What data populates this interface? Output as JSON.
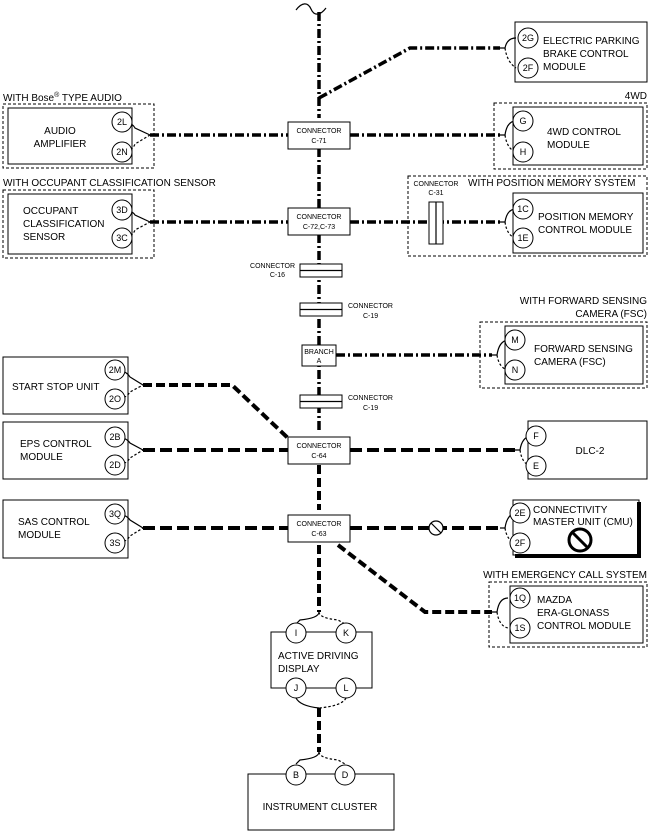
{
  "connectors": {
    "c71": [
      "CONNECTOR",
      "C-71"
    ],
    "c72": [
      "CONNECTOR",
      "C-72,C-73"
    ],
    "c16": [
      "CONNECTOR",
      "C-16"
    ],
    "c19a": [
      "CONNECTOR",
      "C-19"
    ],
    "branch": [
      "BRANCH",
      "A"
    ],
    "c19b": [
      "CONNECTOR",
      "C-19"
    ],
    "c64": [
      "CONNECTOR",
      "C-64"
    ],
    "c63": [
      "CONNECTOR",
      "C-63"
    ],
    "c31": [
      "CONNECTOR",
      "C-31"
    ]
  },
  "groups": {
    "bose": "WITH Bose",
    "bose_sup": "®",
    "bose_rest": " TYPE AUDIO",
    "fourwd": "4WD",
    "occupant": "WITH OCCUPANT CLASSIFICATION SENSOR",
    "position": "WITH POSITION MEMORY SYSTEM",
    "fsc": [
      "WITH FORWARD SENSING",
      "CAMERA (FSC)"
    ],
    "emergency": "WITH EMERGENCY CALL SYSTEM"
  },
  "modules": {
    "epb": [
      "ELECTRIC PARKING",
      "BRAKE CONTROL",
      "MODULE"
    ],
    "audio": [
      "AUDIO",
      "AMPLIFIER"
    ],
    "fourwd": [
      "4WD CONTROL",
      "MODULE"
    ],
    "occupant": [
      "OCCUPANT",
      "CLASSIFICATION",
      "SENSOR"
    ],
    "position": [
      "POSITION MEMORY",
      "CONTROL MODULE"
    ],
    "fsc": [
      "FORWARD SENSING",
      "CAMERA (FSC)"
    ],
    "ssu": [
      "START STOP UNIT"
    ],
    "eps": [
      "EPS CONTROL",
      "MODULE"
    ],
    "dlc": [
      "DLC-2"
    ],
    "sas": [
      "SAS CONTROL",
      "MODULE"
    ],
    "cmu": [
      "CONNECTIVITY",
      "MASTER UNIT (CMU)"
    ],
    "mazda": [
      "MAZDA",
      "ERA-GLONASS",
      "CONTROL MODULE"
    ],
    "adisp": [
      "ACTIVE DRIVING",
      "DISPLAY"
    ],
    "cluster": [
      "INSTRUMENT CLUSTER"
    ]
  },
  "pins": {
    "epb": [
      "2G",
      "2F"
    ],
    "audio": [
      "2L",
      "2N"
    ],
    "fourwd": [
      "G",
      "H"
    ],
    "occupant": [
      "3D",
      "3C"
    ],
    "position": [
      "1C",
      "1E"
    ],
    "fsc": [
      "M",
      "N"
    ],
    "ssu": [
      "2M",
      "2O"
    ],
    "eps": [
      "2B",
      "2D"
    ],
    "dlc": [
      "F",
      "E"
    ],
    "sas": [
      "3Q",
      "3S"
    ],
    "cmu": [
      "2E",
      "2F"
    ],
    "mazda": [
      "1Q",
      "1S"
    ],
    "adisp_top": [
      "I",
      "K"
    ],
    "adisp_bottom": [
      "J",
      "L"
    ],
    "cluster": [
      "B",
      "D"
    ]
  }
}
